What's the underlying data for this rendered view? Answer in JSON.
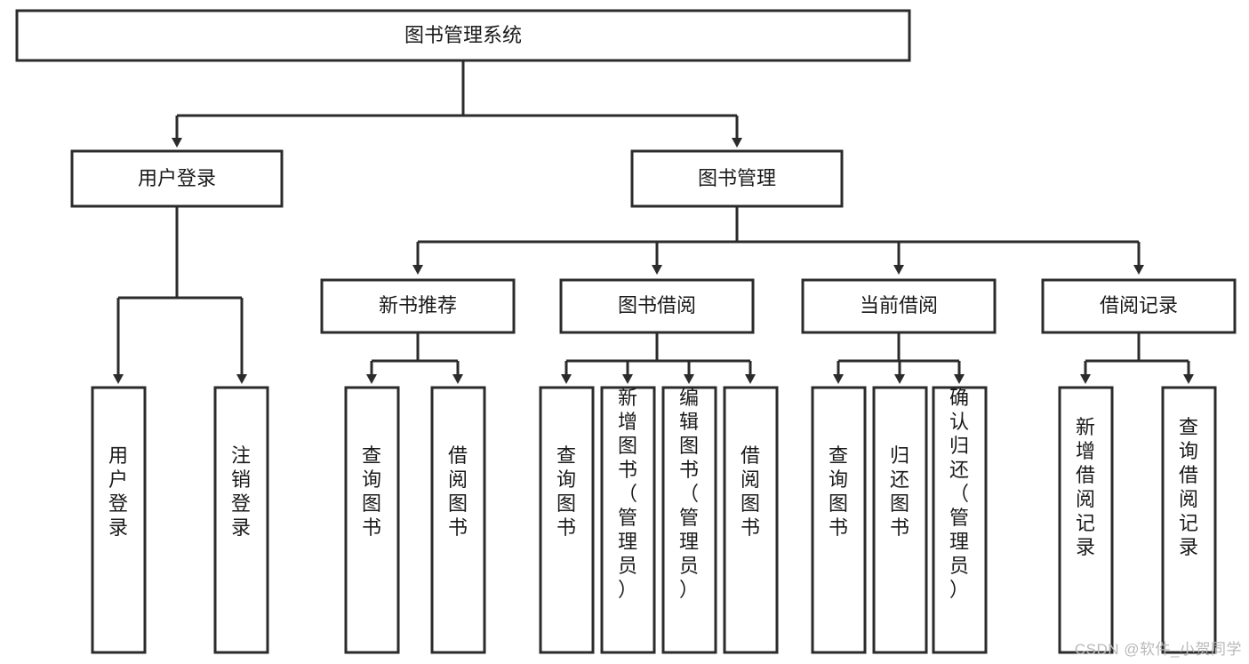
{
  "diagram": {
    "title_node": {
      "label": "图书管理系统"
    },
    "level1": [
      {
        "id": "user-login",
        "label": "用户登录"
      },
      {
        "id": "book-management",
        "label": "图书管理"
      }
    ],
    "level2": [
      {
        "id": "new-book-recommend",
        "label": "新书推荐"
      },
      {
        "id": "book-borrow",
        "label": "图书借阅"
      },
      {
        "id": "current-borrow",
        "label": "当前借阅"
      },
      {
        "id": "borrow-record",
        "label": "借阅记录"
      }
    ],
    "leaves": [
      {
        "id": "leaf-user-login",
        "label": "用户登录",
        "parent": "user-login"
      },
      {
        "id": "leaf-logout-login",
        "label": "注销登录",
        "parent": "user-login"
      },
      {
        "id": "leaf-query-book-1",
        "label": "查询图书",
        "parent": "new-book-recommend"
      },
      {
        "id": "leaf-borrow-book-1",
        "label": "借阅图书",
        "parent": "new-book-recommend"
      },
      {
        "id": "leaf-query-book-2",
        "label": "查询图书",
        "parent": "book-borrow"
      },
      {
        "id": "leaf-add-book",
        "label": "新增图书（管理员）",
        "parent": "book-borrow"
      },
      {
        "id": "leaf-edit-book",
        "label": "编辑图书（管理员）",
        "parent": "book-borrow"
      },
      {
        "id": "leaf-borrow-book-2",
        "label": "借阅图书",
        "parent": "book-borrow"
      },
      {
        "id": "leaf-query-book-3",
        "label": "查询图书",
        "parent": "current-borrow"
      },
      {
        "id": "leaf-return-book",
        "label": "归还图书",
        "parent": "current-borrow"
      },
      {
        "id": "leaf-confirm-return",
        "label": "确认归还（管理员）",
        "parent": "current-borrow"
      },
      {
        "id": "leaf-add-record",
        "label": "新增借阅记录",
        "parent": "borrow-record"
      },
      {
        "id": "leaf-query-record",
        "label": "查询借阅记录",
        "parent": "borrow-record"
      }
    ],
    "colors": {
      "stroke": "#2b2b2b",
      "fill": "#ffffff",
      "text": "#1a1a1a",
      "watermark": "#b9b9b9"
    }
  },
  "watermark": {
    "text": "CSDN @软件_小贺同学"
  }
}
